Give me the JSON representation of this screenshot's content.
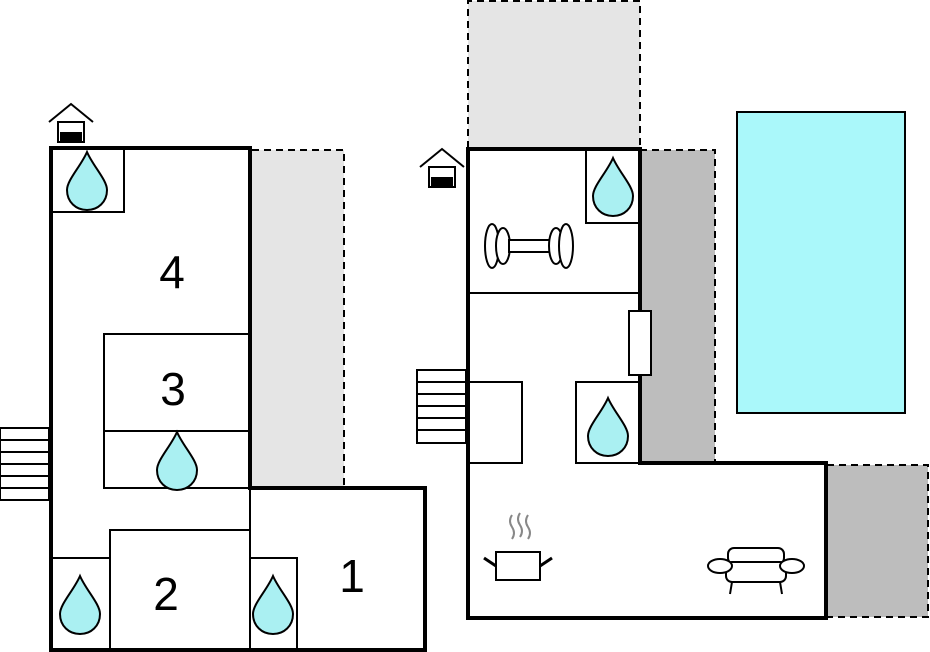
{
  "colors": {
    "background": "#ffffff",
    "wall": "#000000",
    "terrace_light": "#e5e5e5",
    "terrace_dark": "#bdbdbd",
    "pool": "#aaf8fa",
    "water_drop": "#aaf0f2"
  },
  "left_plan": {
    "rooms": [
      {
        "id": "room-4",
        "label": "4"
      },
      {
        "id": "room-3",
        "label": "3"
      },
      {
        "id": "room-2",
        "label": "2"
      },
      {
        "id": "room-1",
        "label": "1"
      }
    ],
    "icons": [
      "entrance-icon",
      "water-drop-icon",
      "water-drop-icon",
      "water-drop-icon",
      "water-drop-icon",
      "stairs-icon"
    ]
  },
  "right_plan": {
    "icons": [
      "entrance-icon",
      "water-drop-icon",
      "water-drop-icon",
      "dumbbell-icon",
      "cooking-pot-icon",
      "sofa-icon",
      "stairs-icon"
    ],
    "features": [
      "terrace",
      "pool",
      "fireplace"
    ]
  }
}
